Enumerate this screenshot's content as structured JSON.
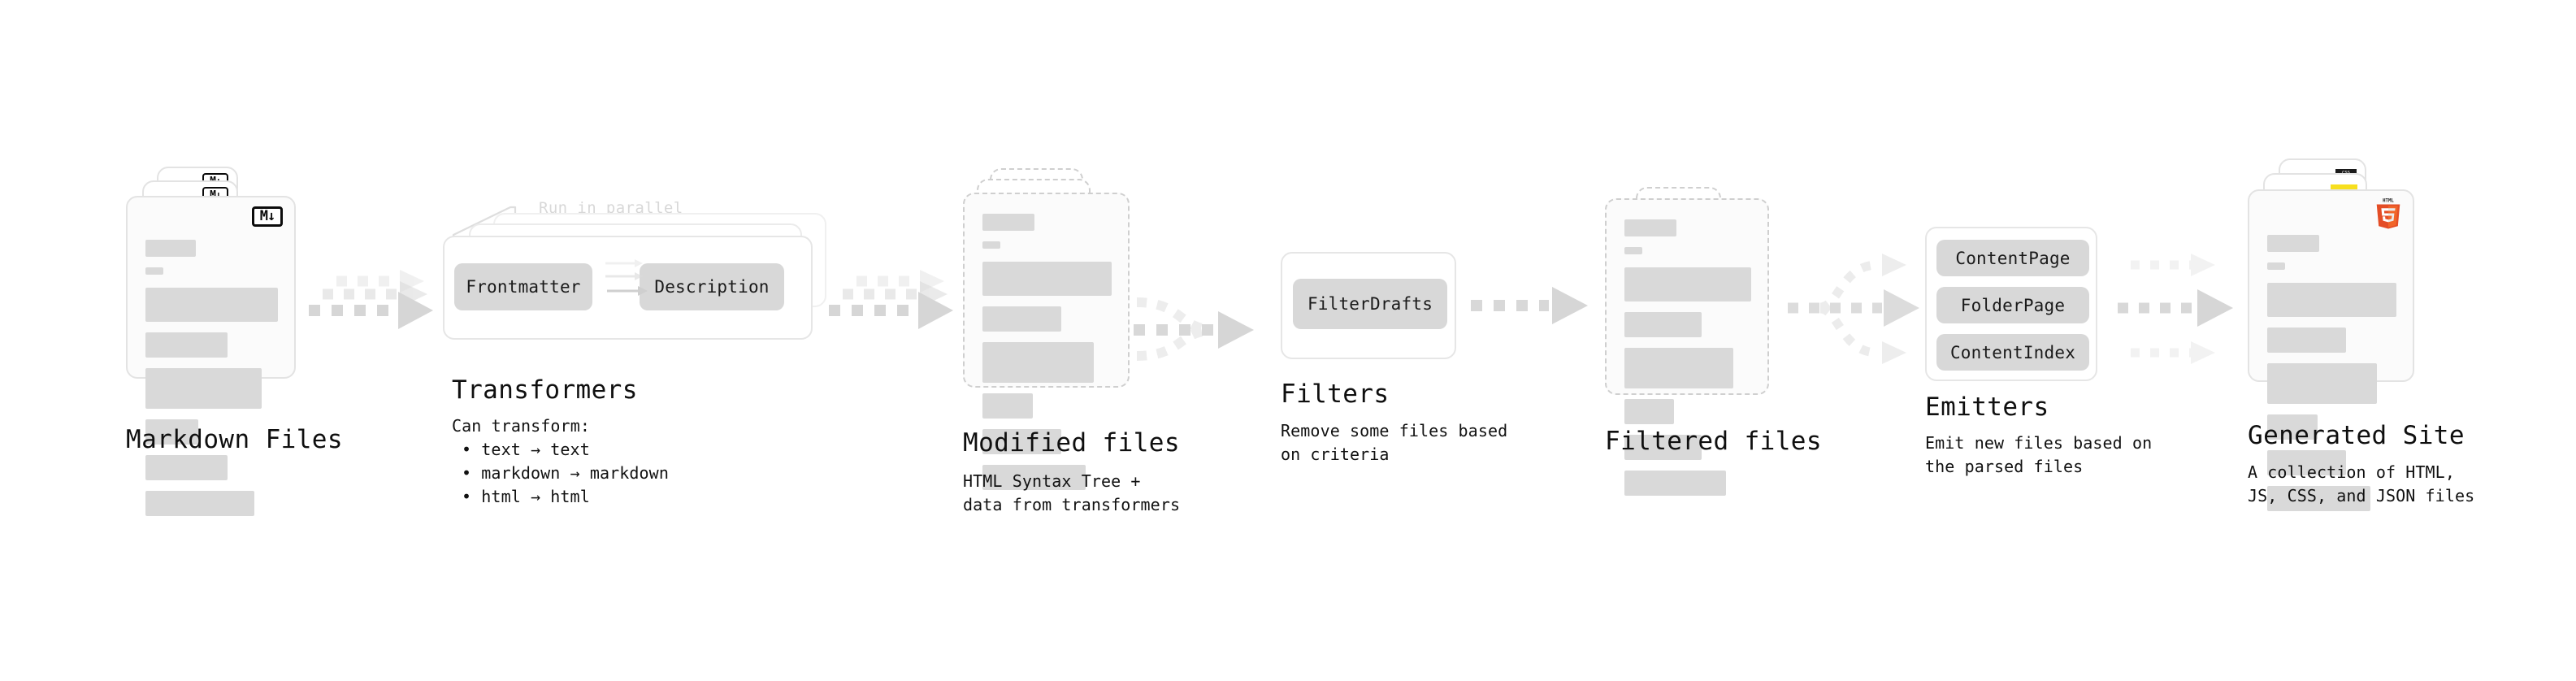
{
  "diagram": {
    "background": "#ffffff",
    "accents": {
      "ink": "#0f0f0f",
      "chip_fill": "#d8d8d8",
      "line_fill": "#d9d9d9",
      "border": "#e3e3e3",
      "arrow": "#d6d6d6",
      "muted_text": "#d8d8d8",
      "html5_orange": "#e44d26",
      "html5_orange_light": "#f16529",
      "js_yellow": "#f7df1e",
      "css_blue": "#264de4"
    },
    "stages": [
      {
        "id": "markdown-files",
        "title": "Markdown Files",
        "caption": "",
        "badge": "M↓",
        "badge_name": "markdown-badge"
      },
      {
        "id": "transformers",
        "title": "Transformers",
        "caption": "Can transform:",
        "parallel_note": "Run in parallel",
        "bullets": [
          "• text → text",
          "• markdown → markdown",
          "• html → html"
        ],
        "plugins": [
          "Frontmatter",
          "Description"
        ]
      },
      {
        "id": "modified-files",
        "title": "Modified files",
        "caption": "HTML Syntax Tree +\ndata from transformers"
      },
      {
        "id": "filters",
        "title": "Filters",
        "caption": "Remove some files based\non criteria",
        "plugins": [
          "FilterDrafts"
        ]
      },
      {
        "id": "filtered-files",
        "title": "Filtered files",
        "caption": ""
      },
      {
        "id": "emitters",
        "title": "Emitters",
        "caption": "Emit new files based on\nthe parsed files",
        "plugins": [
          "ContentPage",
          "FolderPage",
          "ContentIndex"
        ]
      },
      {
        "id": "generated-site",
        "title": "Generated Site",
        "caption": "A collection of HTML,\nJS, CSS, and JSON files",
        "badges": [
          "HTML5",
          "JS",
          "CSS"
        ]
      }
    ]
  }
}
